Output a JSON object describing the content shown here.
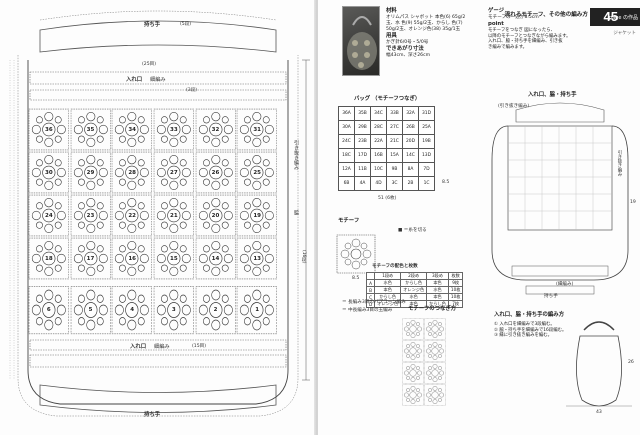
{
  "left": {
    "top_handle_label": "持ち手",
    "top_handle_rows": "(5段)",
    "top_count": "(25目)",
    "opening_label": "入れ口",
    "opening_note": "細編み",
    "opening_rows": "(3段)",
    "body_label": "引き抜き編み",
    "gusset_label": "脇",
    "side_rows": "(16段)",
    "bottom_handle_label": "持ち手",
    "bottom_count": "(15目)",
    "top_grid": [
      [
        "36",
        "35",
        "34",
        "33",
        "32",
        "31"
      ],
      [
        "30",
        "29",
        "28",
        "27",
        "26",
        "25"
      ],
      [
        "24",
        "23",
        "22",
        "21",
        "20",
        "19"
      ],
      [
        "18",
        "17",
        "16",
        "15",
        "14",
        "13"
      ]
    ],
    "bottom_grid": [
      "6",
      "5",
      "4",
      "3",
      "2",
      "1"
    ]
  },
  "right": {
    "header": {
      "title": "流れるモチーフ、その他の編み方",
      "page_number": "45",
      "page_word": "page の作品",
      "sub": "ジャケット"
    },
    "materials": {
      "heading": "材料",
      "line1": "オリムパス シャボット 本色(6) 65g/2",
      "line2": "玉、水 色(9) 55g/2玉、からし 色(7)",
      "line3": "50g/2玉、オレンジ色(38) 35g/1玉",
      "tools_heading": "用具",
      "tools": "かぎ針6/0号・5/0号",
      "size_heading": "できあがり寸法",
      "size": "幅43cm、深さ26cm"
    },
    "gauge": {
      "heading": "ゲージ",
      "text": "モチーフの一辺が8.5cm",
      "point_heading": "point",
      "point1": "モチーフをつなぎ 図になったら、",
      "point2": "以降のモチーフとつなぎながら編みます。",
      "point3": "入れ口、脇・持ち手を細編み、引き抜",
      "point4": "き編みで編みます。"
    },
    "layout": {
      "title": "バッグ （モチーフつなぎ）",
      "rows": [
        [
          "36A",
          "35B",
          "34C",
          "33B",
          "32A",
          "31D"
        ],
        [
          "30A",
          "29B",
          "28C",
          "27C",
          "26B",
          "25A"
        ],
        [
          "24C",
          "23B",
          "22A",
          "21C",
          "20D",
          "19B"
        ],
        [
          "18C",
          "17D",
          "16B",
          "15A",
          "14C",
          "13D"
        ],
        [
          "12A",
          "11B",
          "10C",
          "9B",
          "8A",
          "7D"
        ],
        [
          "6B",
          "4A",
          "4D",
          "3C",
          "2B",
          "1C"
        ]
      ],
      "width": "51 (6枚)",
      "depth": "8.5"
    },
    "motif_section": "モチーフ",
    "motif_note": "■ ＝糸を切る",
    "motif_size": "8.5",
    "color_table": {
      "title": "モチーフの配色と枚数",
      "header": [
        "",
        "1段め",
        "2段め",
        "3段め",
        "枚数"
      ],
      "rows": [
        [
          "A",
          "水色",
          "からし色",
          "本色",
          "9枚"
        ],
        [
          "B",
          "本色",
          "オレンジ色",
          "水色",
          "10枚"
        ],
        [
          "C",
          "からし色",
          "水色",
          "本色",
          "10枚"
        ],
        [
          "D",
          "オレンジ色",
          "本色",
          "からし色",
          "7枚"
        ]
      ]
    },
    "join_note": "モチーフのつなぎ方",
    "stitch_note": "＝ 中長編み3目の玉編み",
    "stitch_note2": "＝ 長編み3目のパプコーン編み",
    "frame": {
      "title": "入れ口、脇・持ち手",
      "note1": "(引き抜き編み)",
      "note2": "(細編み)",
      "side": "引き抜き編み",
      "depth": "19",
      "handle": "持ち手"
    },
    "finish": {
      "title": "入れ口、脇・持ち手の編み方",
      "s1": "① 入れ口を細編みで3段編む。",
      "s2": "② 脇・持ち手を細編みで16段編む。",
      "s3": "③ 縁に引き抜き編みを編む。",
      "width": "43",
      "depth": "26"
    }
  }
}
